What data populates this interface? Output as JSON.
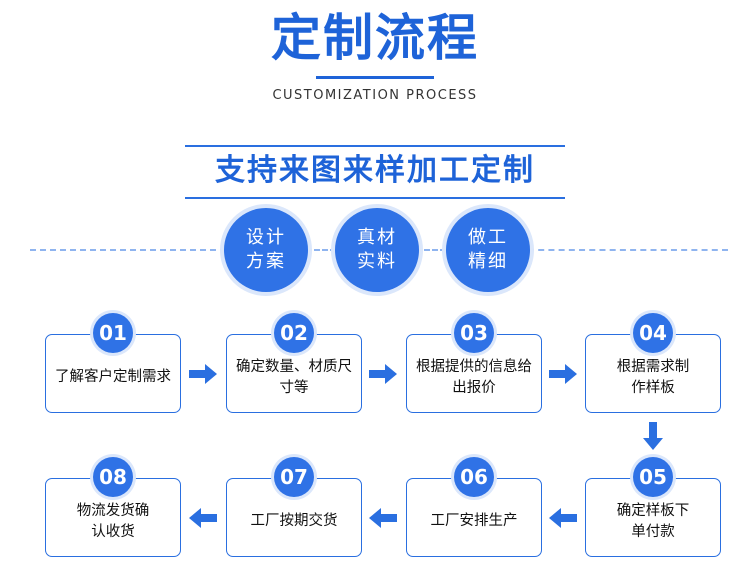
{
  "header": {
    "title": "定制流程",
    "subtitle": "CUSTOMIZATION PROCESS",
    "banner": "支持来图来样加工定制"
  },
  "features": [
    {
      "line1": "设计",
      "line2": "方案"
    },
    {
      "line1": "真材",
      "line2": "实料"
    },
    {
      "line1": "做工",
      "line2": "精细"
    }
  ],
  "steps": [
    {
      "num": "01",
      "text": "了解客户定制需求"
    },
    {
      "num": "02",
      "text": "确定数量、材质尺寸等"
    },
    {
      "num": "03",
      "text": "根据提供的信息给出报价"
    },
    {
      "num": "04",
      "text": "根据需求制作样板"
    },
    {
      "num": "05",
      "text": "确定样板下单付款"
    },
    {
      "num": "06",
      "text": "工厂安排生产"
    },
    {
      "num": "07",
      "text": "工厂按期交货"
    },
    {
      "num": "08",
      "text": "物流发货确认收货"
    }
  ],
  "colors": {
    "accent": "#1e63d8",
    "circle": "#2f72e6",
    "halo": "#dbe7fb"
  },
  "icons": {
    "arrow": "arrow-icon"
  }
}
